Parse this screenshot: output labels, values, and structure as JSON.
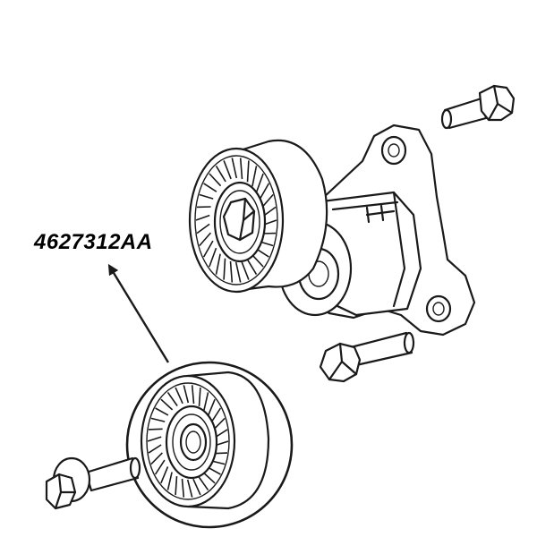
{
  "callout": {
    "part_number": "4627312AA"
  },
  "icons": {
    "assembly": "belt-tensioner-assembly",
    "pulley": "idler-pulley",
    "bolt": "flange-bolt"
  }
}
